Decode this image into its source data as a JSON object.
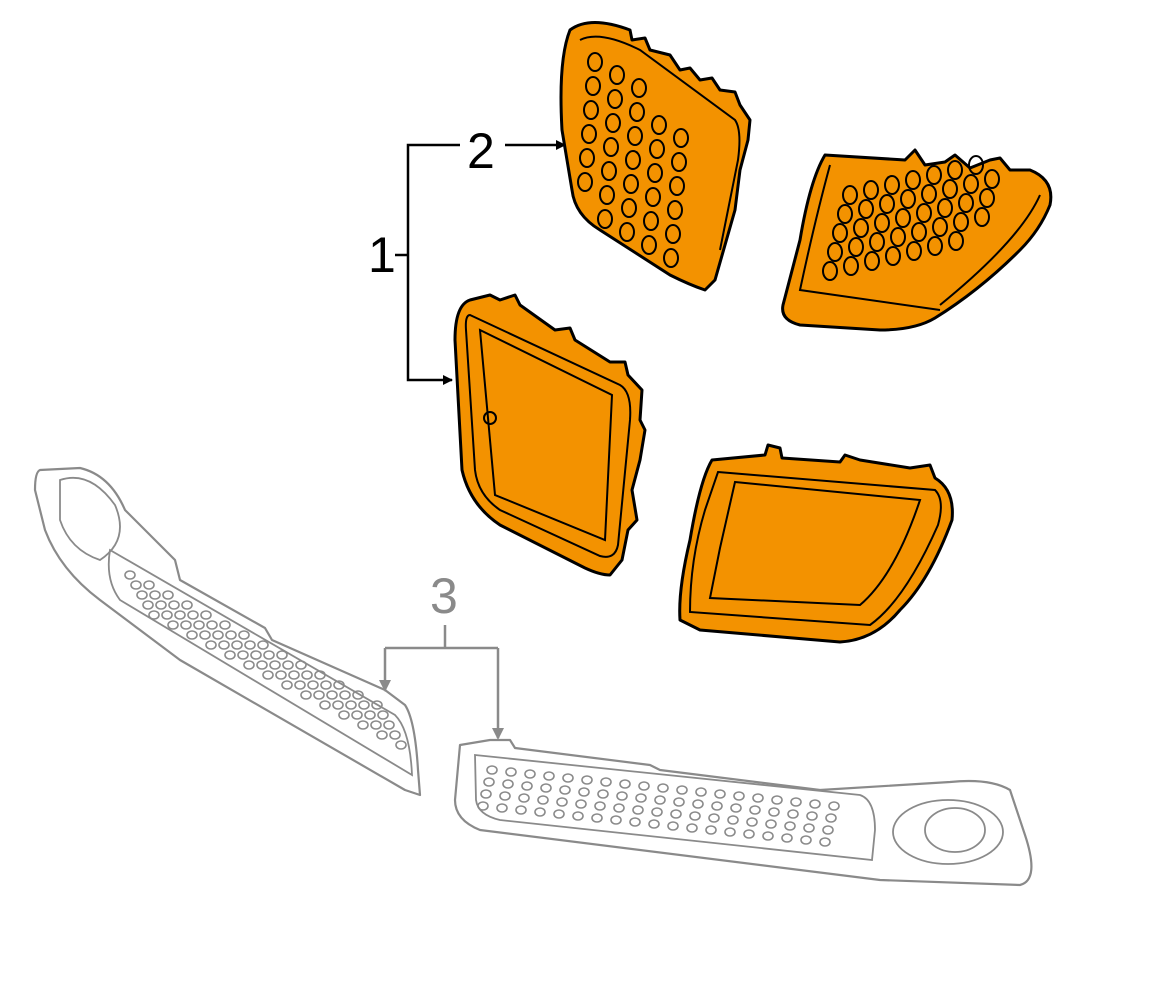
{
  "diagram": {
    "callouts": [
      {
        "id": "1",
        "label": "1"
      },
      {
        "id": "2",
        "label": "2"
      },
      {
        "id": "3",
        "label": "3"
      }
    ],
    "colors": {
      "highlight": "#F39200",
      "outline": "#000000",
      "context": "#8a8a8a",
      "background": "#ffffff"
    }
  }
}
